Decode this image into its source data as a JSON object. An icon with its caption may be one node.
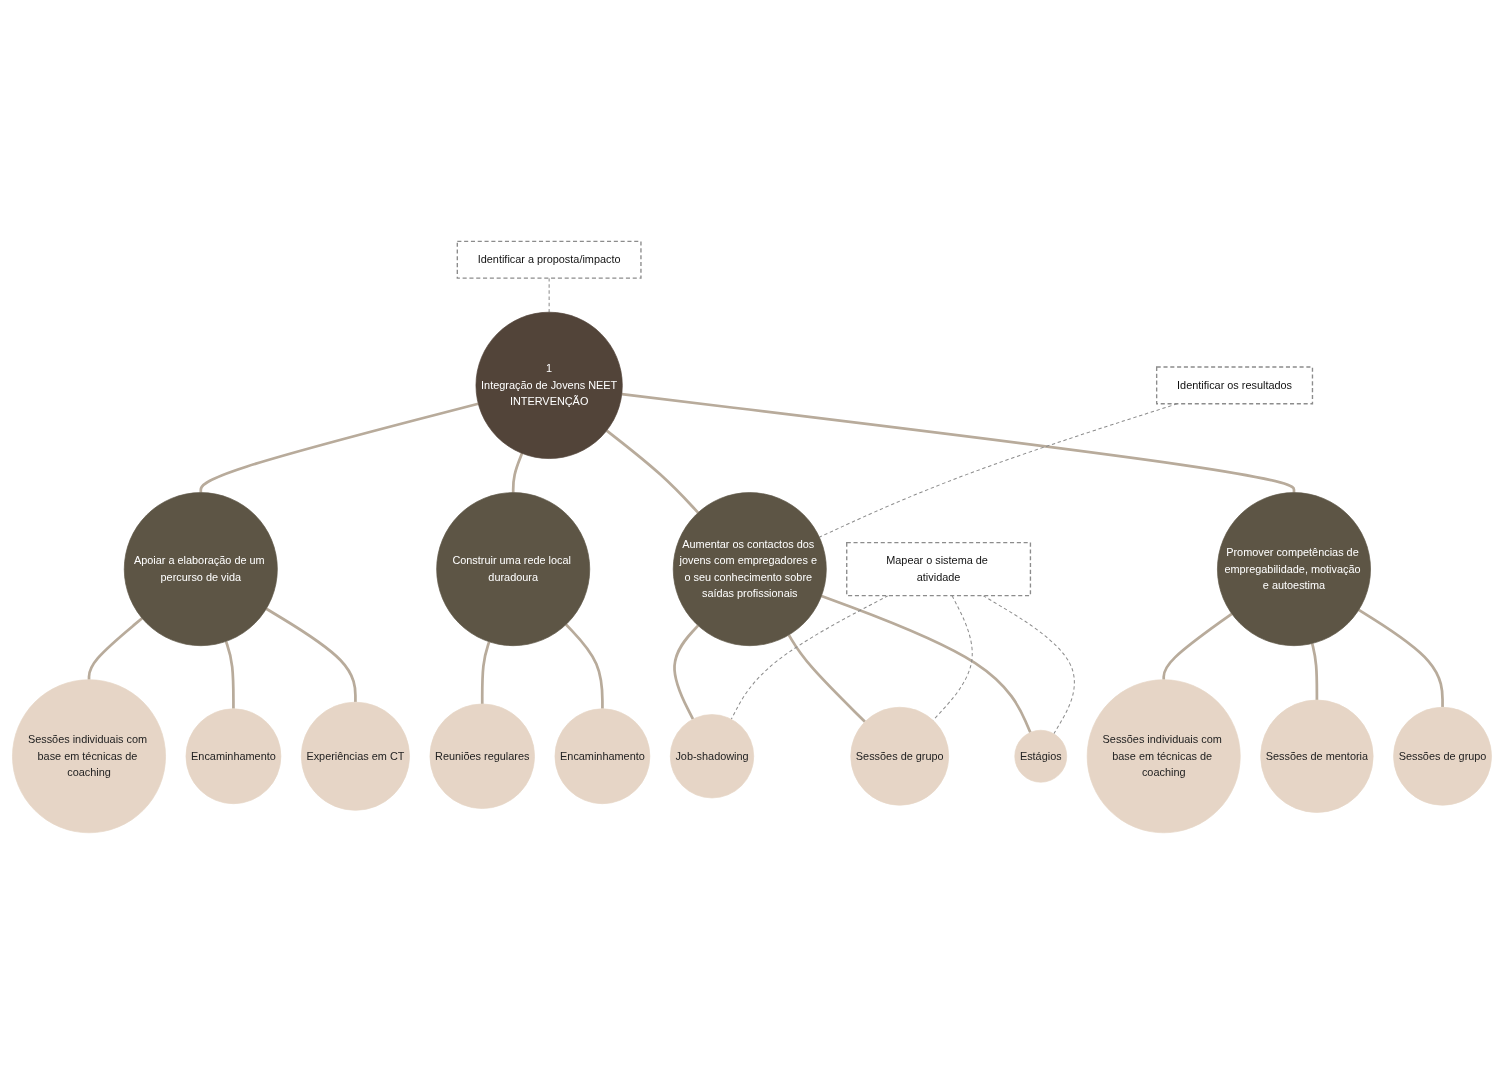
{
  "diagram": {
    "nodes": [
      {
        "text": [
          "1",
          "Integração de Jovens NEET",
          "INTERVENÇÃO"
        ]
      },
      {
        "text": [
          "Apoiar a elaboração de um percurso de vida"
        ]
      },
      {
        "text": [
          "Sessões individuais com base em técnicas de coaching"
        ]
      },
      {
        "text": [
          "Encaminhamento"
        ]
      },
      {
        "text": [
          "Experiências em CT"
        ]
      },
      {
        "text": [
          "Construir uma rede local duradoura"
        ]
      },
      {
        "text": [
          "Reuniões regulares"
        ]
      },
      {
        "text": [
          "Encaminhamento"
        ]
      },
      {
        "text": [
          "Aumentar os contactos dos jovens com empregadores e o seu conhecimento sobre saídas profissionais"
        ]
      },
      {
        "text": [
          "Job-shadowing"
        ]
      },
      {
        "text": [
          "Sessões de grupo"
        ]
      },
      {
        "text": [
          "Estágios"
        ]
      },
      {
        "text": [
          "Promover competências de empregabilidade, motivação e autoestima"
        ]
      },
      {
        "text": [
          "Sessões individuais com base em técnicas de coaching"
        ]
      },
      {
        "text": [
          "Sessões de mentoria"
        ]
      },
      {
        "text": [
          "Sessões de grupo"
        ]
      },
      {
        "text": [
          "Identificar a proposta/impacto"
        ]
      },
      {
        "text": [
          "Identificar os resultados"
        ]
      },
      {
        "text": [
          "Mapear o sistema de atividade"
        ]
      }
    ],
    "edges": [
      {
        "from": 0,
        "to": 1,
        "arrow": "none"
      },
      {
        "from": 0,
        "to": 5,
        "arrow": "none"
      },
      {
        "from": 0,
        "to": 8,
        "arrow": "none"
      },
      {
        "from": 0,
        "to": 12,
        "arrow": "none"
      },
      {
        "from": 1,
        "to": 2,
        "arrow": "none"
      },
      {
        "from": 1,
        "to": 3,
        "arrow": "none"
      },
      {
        "from": 1,
        "to": 4,
        "arrow": "none"
      },
      {
        "from": 5,
        "to": 6,
        "arrow": "none"
      },
      {
        "from": 5,
        "to": 7,
        "arrow": "none"
      },
      {
        "from": 8,
        "to": 9,
        "arrow": "none"
      },
      {
        "from": 8,
        "to": 10,
        "arrow": "none"
      },
      {
        "from": 8,
        "to": 11,
        "arrow": "none"
      },
      {
        "from": 12,
        "to": 13,
        "arrow": "none"
      },
      {
        "from": 12,
        "to": 14,
        "arrow": "none"
      },
      {
        "from": 12,
        "to": 15,
        "arrow": "none"
      },
      {
        "from": 16,
        "to": 0,
        "arrow": "none",
        "style": "dashed",
        "color": "#8c8c8c"
      },
      {
        "from": 17,
        "to": 8,
        "arrow": "none",
        "style": "dashed",
        "color": "#8c8c8c"
      },
      {
        "from": 18,
        "to": 9,
        "arrow": "none",
        "style": "dashed",
        "color": "#8c8c8c"
      },
      {
        "from": 18,
        "to": 10,
        "arrow": "none",
        "style": "dashed",
        "color": "#8c8c8c"
      },
      {
        "from": 18,
        "to": 11,
        "arrow": "none",
        "style": "dashed",
        "color": "#8c8c8c"
      }
    ]
  }
}
